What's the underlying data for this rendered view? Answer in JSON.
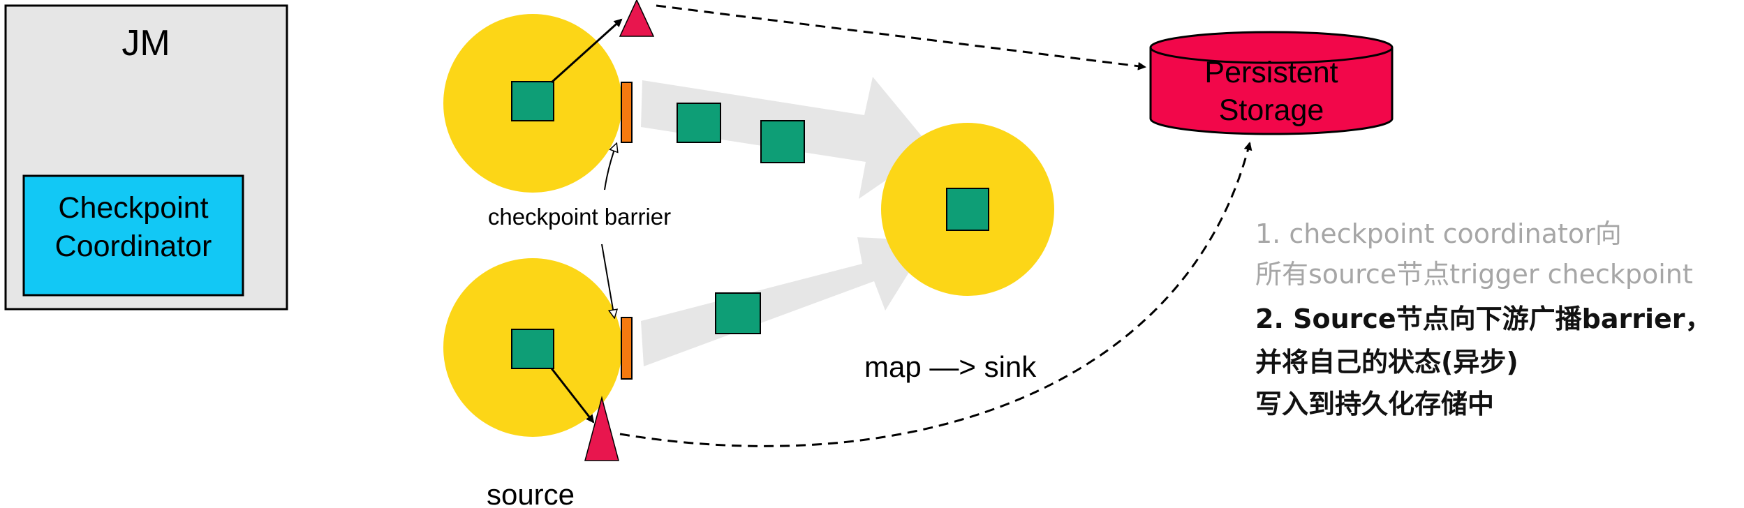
{
  "jm": {
    "title": "JM",
    "coordinator_line1": "Checkpoint",
    "coordinator_line2": "Coordinator"
  },
  "storage": {
    "line1": "Persistent",
    "line2": "Storage"
  },
  "labels": {
    "checkpoint_barrier": "checkpoint barrier",
    "map_sink": "map —> sink",
    "source": "source"
  },
  "notes": {
    "step1_line1": "1. checkpoint coordinator向",
    "step1_line2": "所有source节点trigger checkpoint",
    "step2_line1": "2. Source节点向下游广播barrier，",
    "step2_line2": "并将自己的状态(异步)",
    "step2_line3": "写入到持久化存储中"
  },
  "colors": {
    "operator_fill": "#FCD617",
    "record_fill": "#0E9E76",
    "barrier_fill": "#F57A10",
    "storage_fill": "#F2074A",
    "state_triangle_fill": "#E8164E",
    "coordinator_fill": "#12C8F5",
    "jm_fill": "#E6E6E6",
    "note_gray": "#A6A6A6",
    "note_dark": "#111111"
  }
}
